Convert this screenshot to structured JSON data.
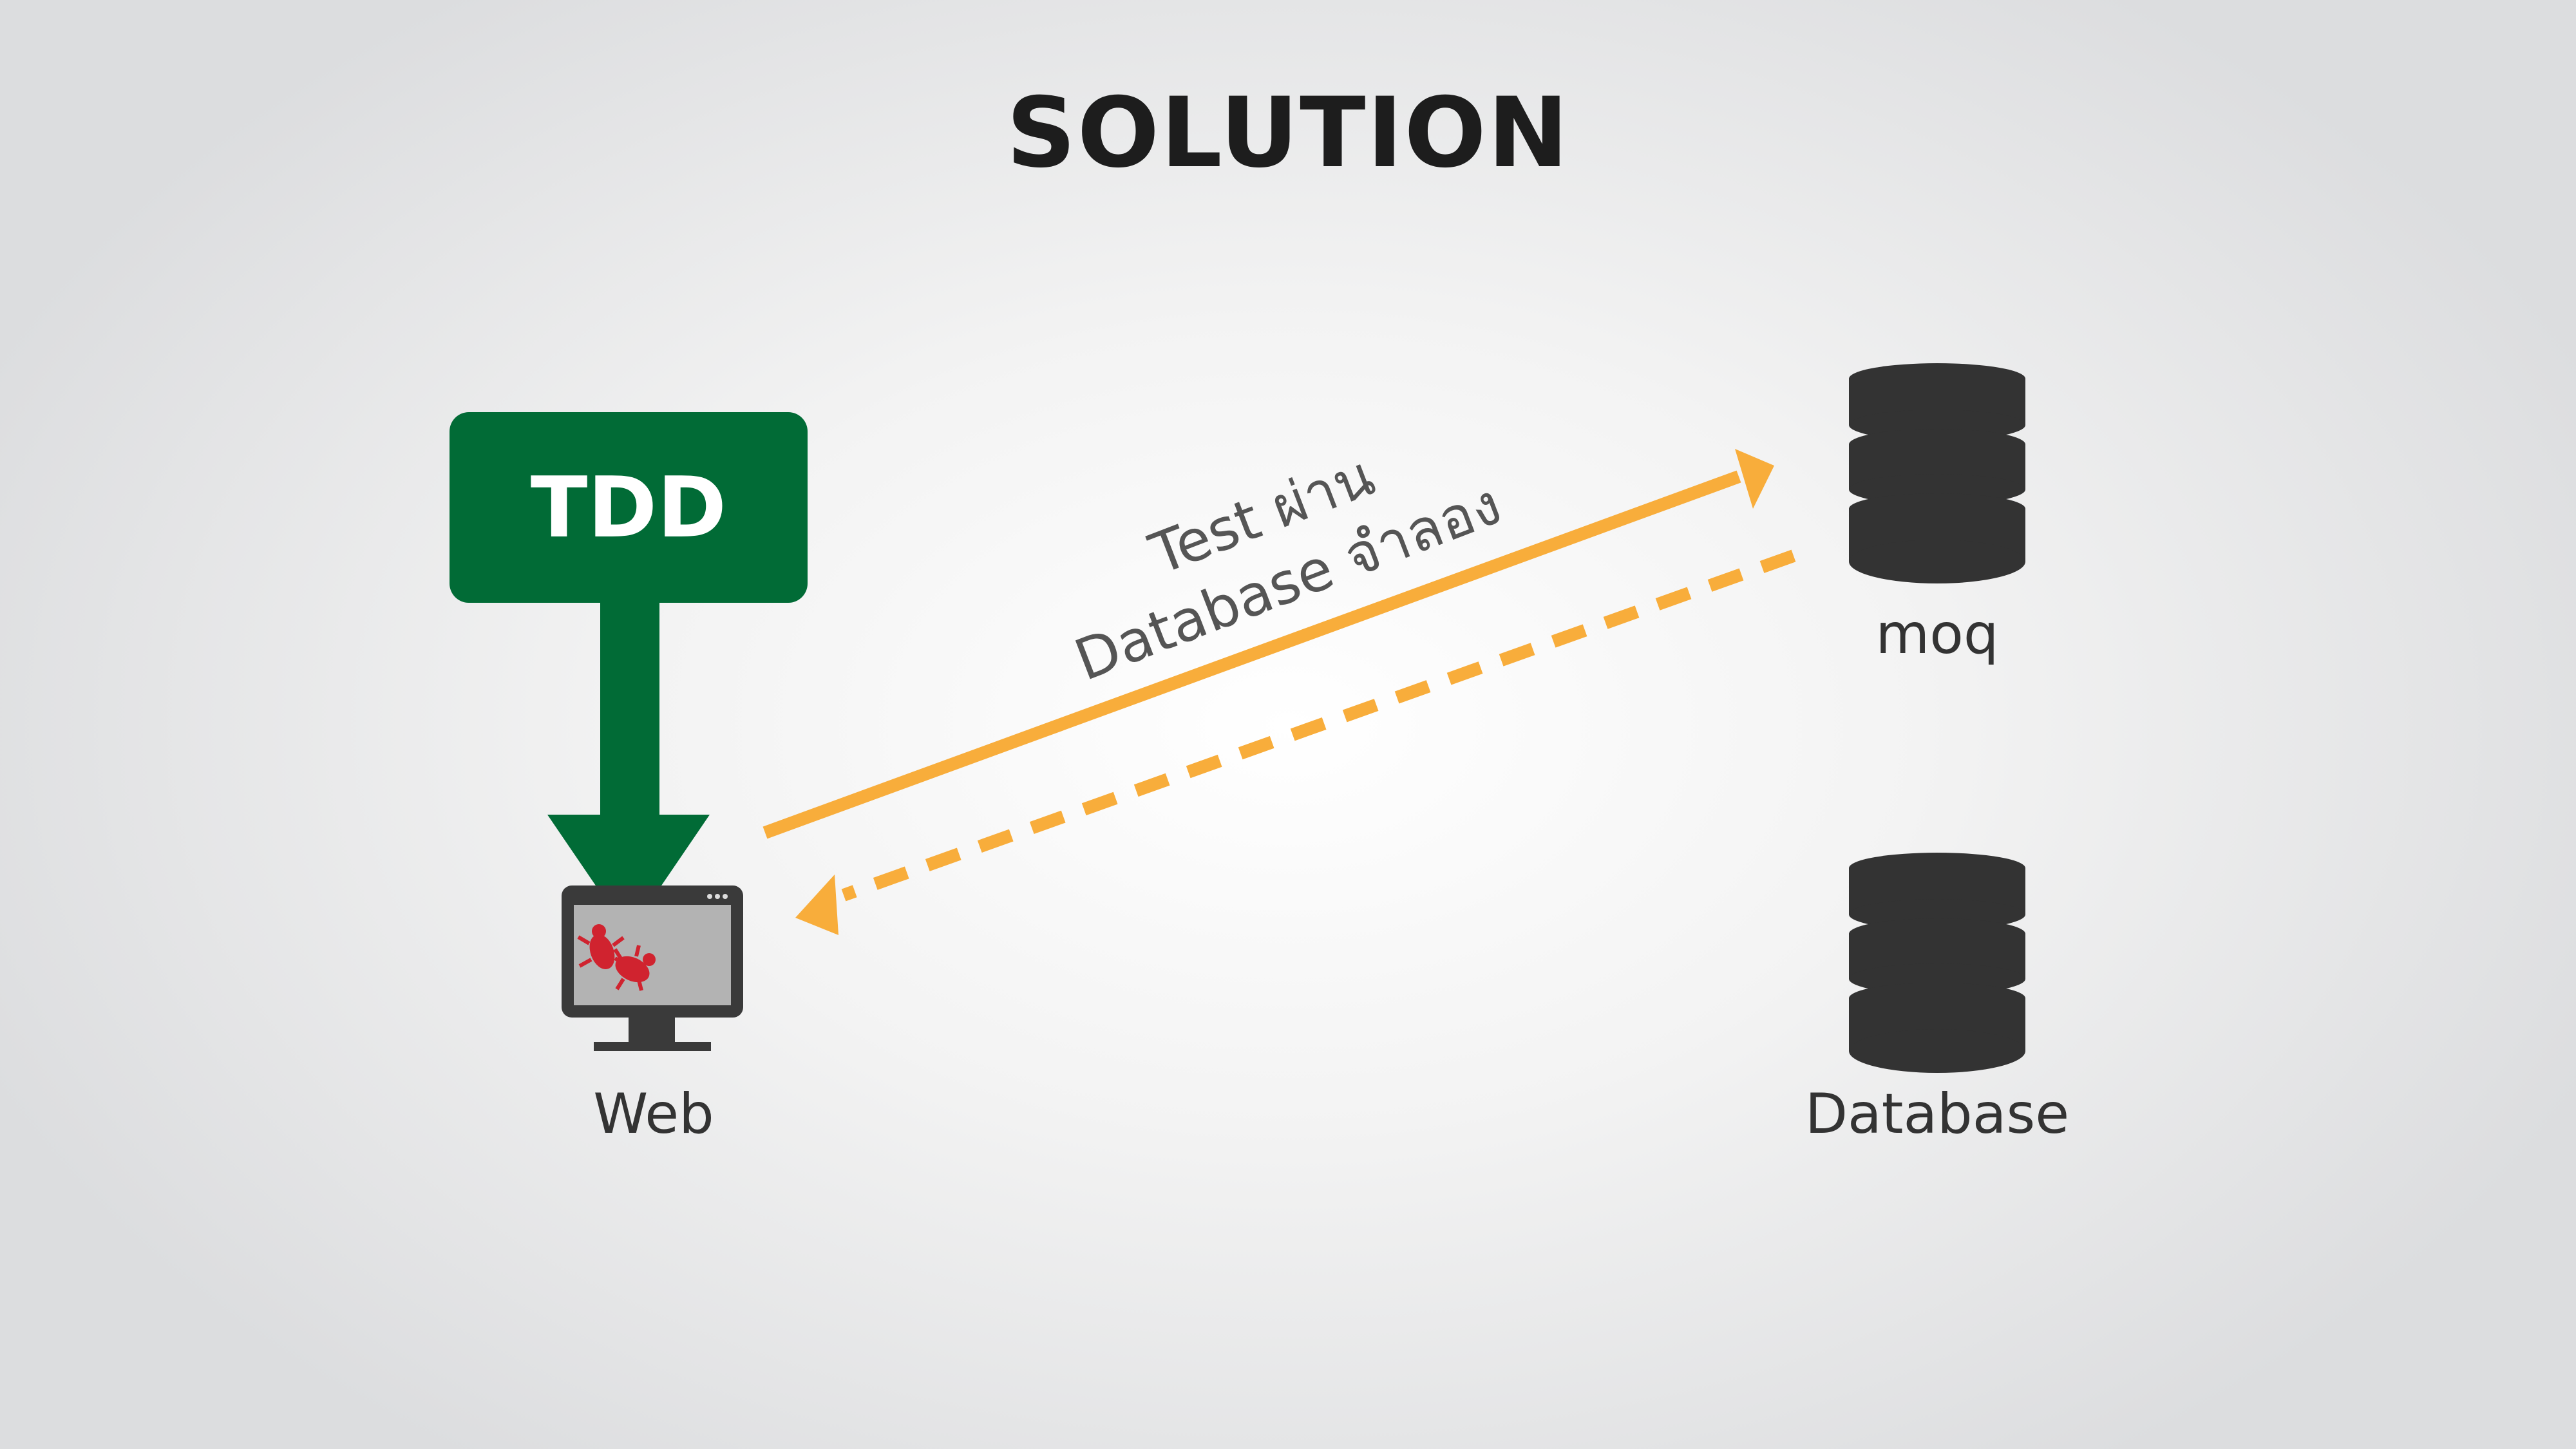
{
  "slide": {
    "title": "SOLUTION"
  },
  "tdd": {
    "label": "TDD",
    "color": "#016b36"
  },
  "web": {
    "label": "Web",
    "icon": "monitor-with-bugs-icon",
    "bug_color": "#d0232f"
  },
  "moq": {
    "label": "moq",
    "icon": "database-icon"
  },
  "database": {
    "label": "Database",
    "icon": "database-icon"
  },
  "connector": {
    "line1": "Test ผ่าน",
    "line2": "Database จำลอง",
    "color": "#f8ad3b"
  }
}
